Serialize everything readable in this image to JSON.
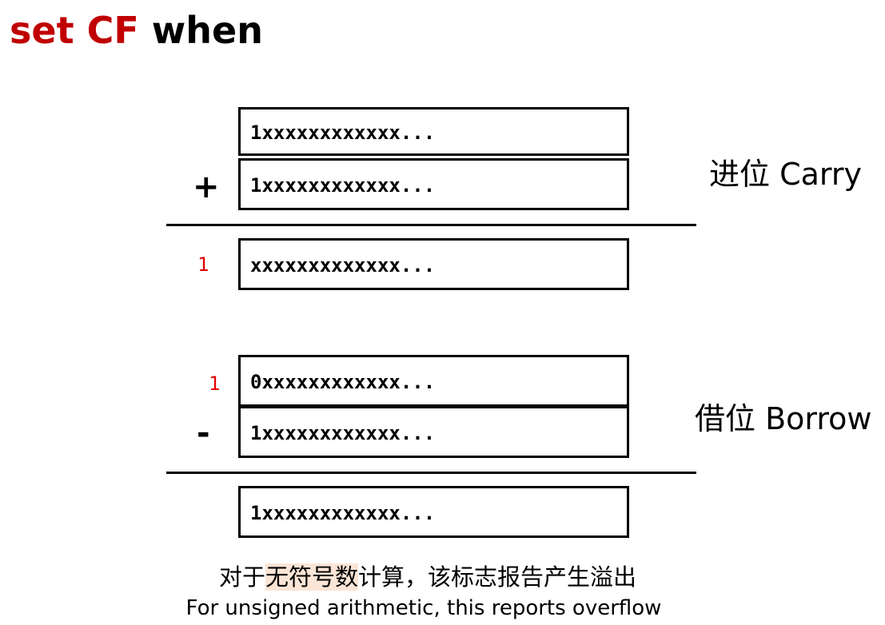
{
  "title": {
    "part1": "set CF",
    "part2": "when"
  },
  "carry_section": {
    "operand1": "1xxxxxxxxxxxx...",
    "operand2": "1xxxxxxxxxxxx...",
    "operator": "+",
    "carry_out": "1",
    "result": "xxxxxxxxxxxxx...",
    "label": "进位 Carry"
  },
  "borrow_section": {
    "borrow_in": "1",
    "operand1": "0xxxxxxxxxxxx...",
    "operand2": "1xxxxxxxxxxxx...",
    "operator": "-",
    "result": "1xxxxxxxxxxxx...",
    "label": "借位 Borrow"
  },
  "caption": {
    "cn_prefix": "对于",
    "cn_highlight": "无符号数",
    "cn_suffix": "计算，该标志报告产生溢出",
    "en": "For unsigned arithmetic, this reports overflow"
  },
  "colors": {
    "title_accent": "#c00000",
    "carry_digit": "#e00000",
    "highlight": "#fbe5d6"
  }
}
